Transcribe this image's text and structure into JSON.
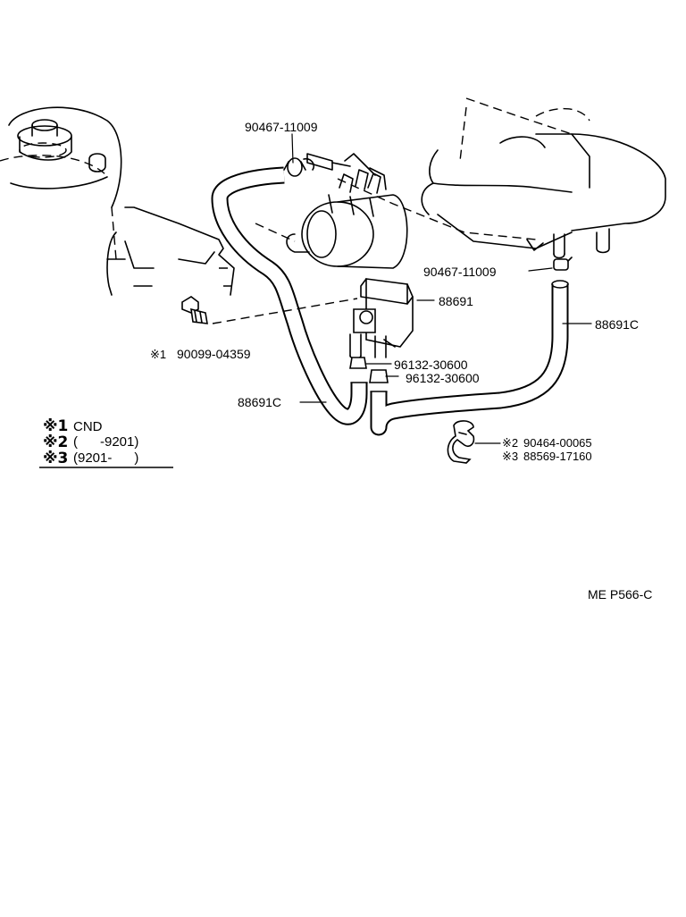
{
  "labels": {
    "hose_clamp_top": "90467-11009",
    "hose_clamp_right": "90467-11009",
    "vsv": "88691",
    "hose_right": "88691C",
    "hose_left": "88691C",
    "plug_prefix": "※1",
    "plug": "90099-04359",
    "cap_1": "96132-30600",
    "cap_2": "96132-30600",
    "clamp_a_prefix": "※2",
    "clamp_a": "90464-00065",
    "clamp_b_prefix": "※3",
    "clamp_b": "88569-17160",
    "diagram_code": "ME P566-C"
  },
  "notes": [
    {
      "mark": "※1",
      "text": "CND"
    },
    {
      "mark": "※2",
      "text": "(      -9201)"
    },
    {
      "mark": "※3",
      "text": "(9201-      )"
    }
  ]
}
